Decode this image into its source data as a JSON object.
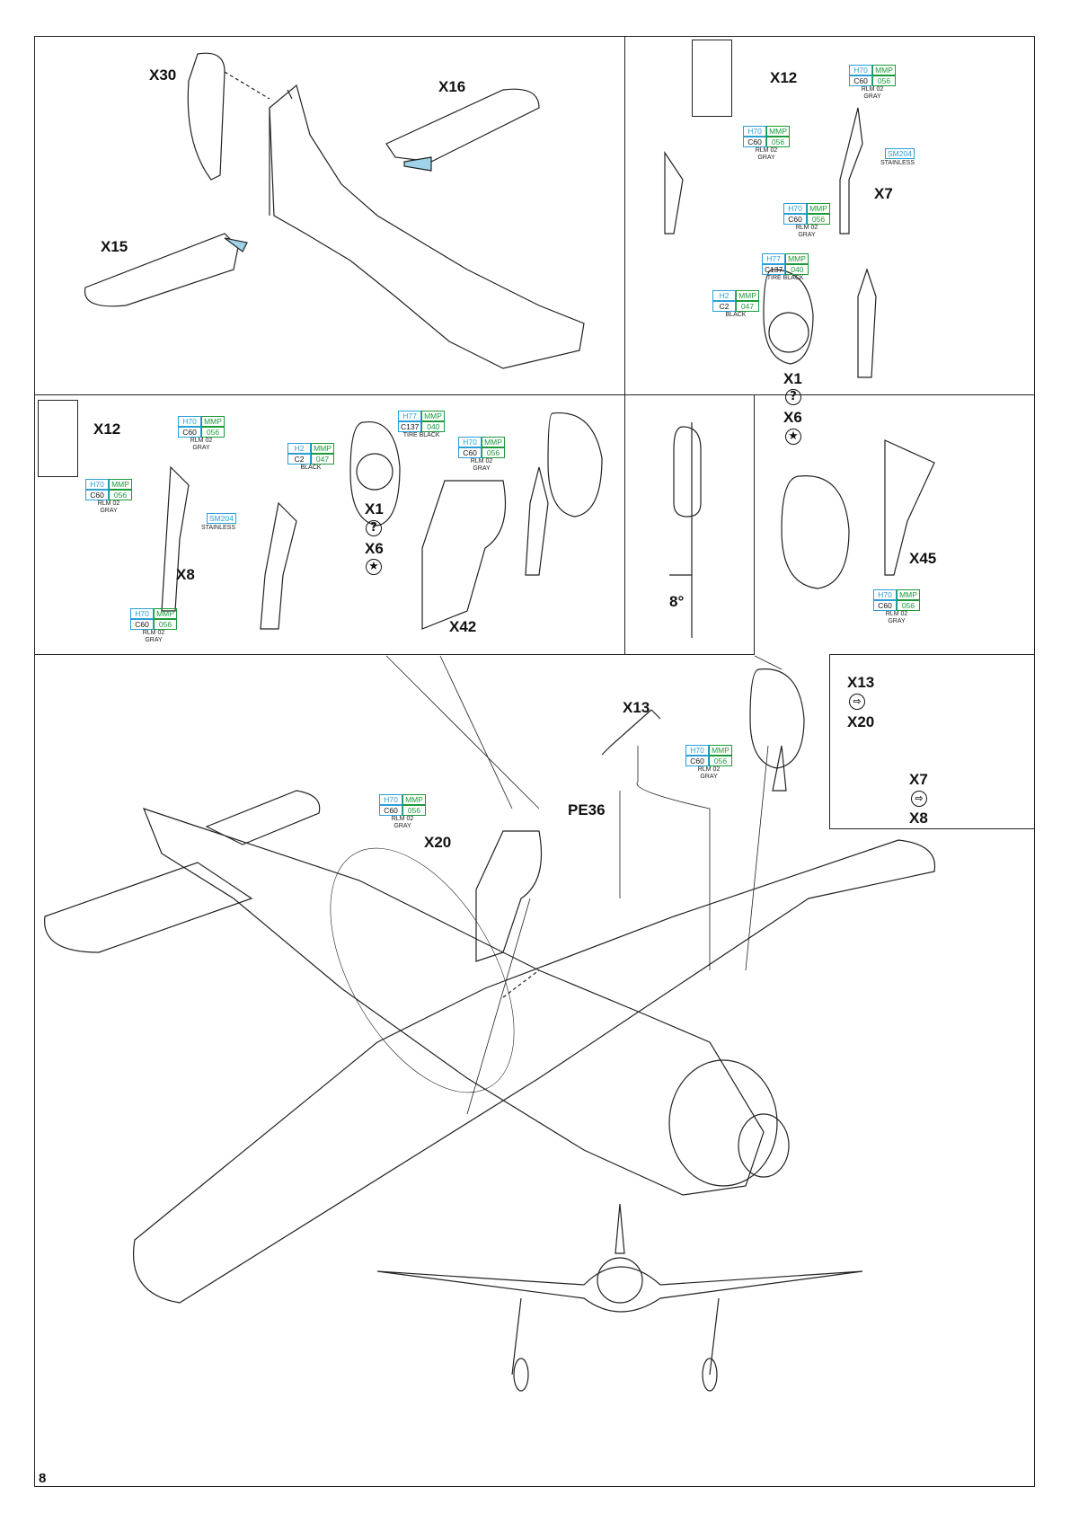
{
  "page_number": "8",
  "labels": {
    "x30": "X30",
    "x16": "X16",
    "x15": "X15",
    "x12_top": "X12",
    "x7": "X7",
    "x1_right": "X1",
    "x6_right": "X6",
    "x12_left": "X12",
    "x8": "X8",
    "x1_mid": "X1",
    "x6_mid": "X6",
    "x42": "X42",
    "angle": "8°",
    "x45": "X45",
    "x13": "X13",
    "x13_inset": "X13",
    "x20_inset": "X20",
    "x7_inset": "X7",
    "x8_inset": "X8",
    "pe36": "PE36",
    "x20": "X20"
  },
  "symbols": {
    "question": "?",
    "star": "★",
    "arrow": "⇨"
  },
  "paints": {
    "h70": "H70",
    "mmp": "MMP",
    "c60": "C60",
    "n056": "056",
    "rlm02": "RLM 02",
    "gray": "GRAY",
    "h2": "H2",
    "c2": "C2",
    "n047": "047",
    "black": "BLACK",
    "h77": "H77",
    "c137": "C137",
    "n040": "040",
    "tire_black": "TIRE BLACK",
    "sm204": "SM204",
    "stainless": "STAINLESS"
  },
  "colors": {
    "hobby": "#2a9fd6",
    "mmp": "#1a9a3a",
    "line": "#222222"
  }
}
